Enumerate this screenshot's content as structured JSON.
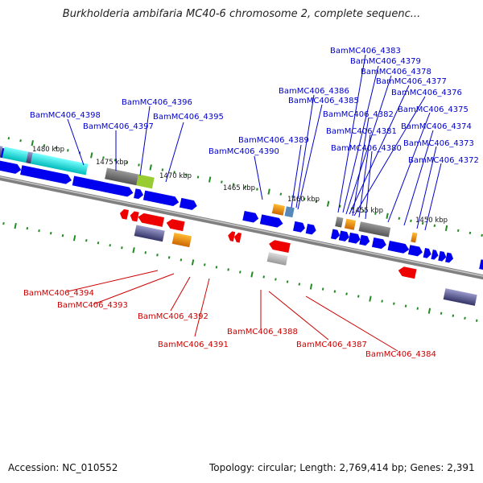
{
  "title": "Burkholderia ambifaria MC40-6 chromosome 2, complete sequenc...",
  "footer": {
    "accession": "Accession: NC_010552",
    "topology": "Topology: circular; Length: 2,769,414 bp; Genes: 2,391"
  },
  "colors": {
    "blue_label": "#0000cc",
    "red_label": "#cc0000",
    "forward_gene": "#0000ee",
    "reverse_gene": "#ee0000",
    "backbone": "#777777",
    "tick": "#228b22"
  },
  "scale_labels": [
    "1480 kbp",
    "1475 kbp",
    "1470 kbp",
    "1465 kbp",
    "1460 kbp",
    "1455 kbp",
    "1450 kbp"
  ],
  "forward_labels": [
    "BamMC406_4398",
    "BamMC406_4397",
    "BamMC406_4396",
    "BamMC406_4395",
    "BamMC406_4390",
    "BamMC406_4389",
    "BamMC406_4386",
    "BamMC406_4385",
    "BamMC406_4383",
    "BamMC406_4379",
    "BamMC406_4378",
    "BamMC406_4377",
    "BamMC406_4376",
    "BamMC406_4382",
    "BamMC406_4375",
    "BamMC406_4381",
    "BamMC406_4374",
    "BamMC406_4380",
    "BamMC406_4373",
    "BamMC406_4372"
  ],
  "reverse_labels": [
    "BamMC406_4394",
    "BamMC406_4393",
    "BamMC406_4392",
    "BamMC406_4391",
    "BamMC406_4388",
    "BamMC406_4387",
    "BamMC406_4384"
  ]
}
